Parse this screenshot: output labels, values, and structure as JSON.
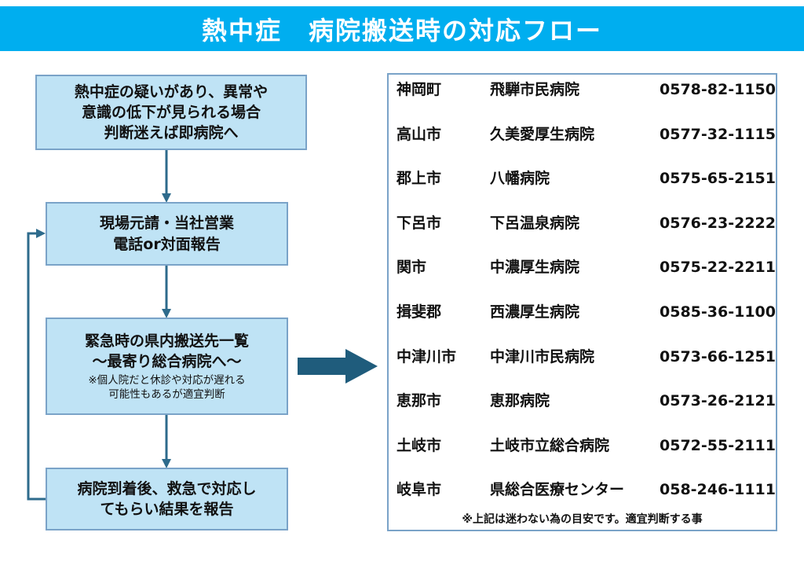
{
  "title": "熱中症　病院搬送時の対応フロー",
  "flow": {
    "box1": {
      "lines": [
        "熱中症の疑いがあり、異常や",
        "意識の低下が見られる場合",
        "判断迷えば即病院へ"
      ]
    },
    "box2": {
      "lines": [
        "現場元請・当社営業",
        "電話or対面報告"
      ]
    },
    "box3": {
      "lines": [
        "緊急時の県内搬送先一覧",
        "～最寄り総合病院へ～"
      ],
      "note_lines": [
        "※個人院だと休診や対応が遅れる",
        "可能性もあるが適宜判断"
      ]
    },
    "box4": {
      "lines": [
        "病院到着後、救急で対応し",
        "てもらい結果を報告"
      ]
    }
  },
  "hospitals": [
    {
      "city": "神岡町",
      "hospital": "飛騨市民病院",
      "phone": "0578-82-1150"
    },
    {
      "city": "高山市",
      "hospital": "久美愛厚生病院",
      "phone": "0577-32-1115"
    },
    {
      "city": "郡上市",
      "hospital": "八幡病院",
      "phone": "0575-65-2151"
    },
    {
      "city": "下呂市",
      "hospital": "下呂温泉病院",
      "phone": "0576-23-2222"
    },
    {
      "city": "関市",
      "hospital": "中濃厚生病院",
      "phone": "0575-22-2211"
    },
    {
      "city": "揖斐郡",
      "hospital": "西濃厚生病院",
      "phone": "0585-36-1100"
    },
    {
      "city": "中津川市",
      "hospital": "中津川市民病院",
      "phone": "0573-66-1251"
    },
    {
      "city": "恵那市",
      "hospital": "恵那病院",
      "phone": "0573-26-2121"
    },
    {
      "city": "土岐市",
      "hospital": "土岐市立総合病院",
      "phone": "0572-55-2111"
    },
    {
      "city": "岐阜市",
      "hospital": "県総合医療センター",
      "phone": "058-246-1111"
    }
  ],
  "footnote": "※上記は迷わない為の目安です。適宜判断する事",
  "colors": {
    "title_bar": "#00aeef",
    "box_fill": "#bfe3f5",
    "box_border": "#7aa3c8",
    "arrow": "#2e6b8c",
    "big_arrow": "#1f5c7c"
  }
}
